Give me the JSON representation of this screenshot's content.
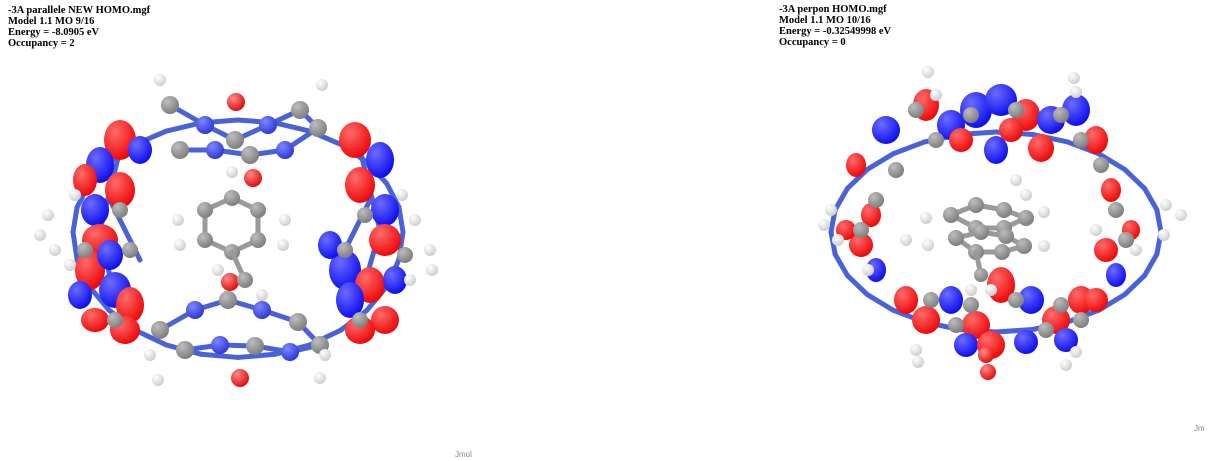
{
  "left_panel": {
    "title": "-3A parallele NEW HOMO.mgf",
    "model_line": "Model 1.1  MO 9/16",
    "energy_line": "Energy = -8.0905 eV",
    "occupancy_line": "Occupancy = 2",
    "watermark": "Jmol"
  },
  "right_panel": {
    "title": "-3A perpon HOMO.mgf",
    "model_line": "Model 1.1  MO 10/16",
    "energy_line": "Energy = -0.32549998 eV",
    "occupancy_line": "Occupancy = 0",
    "watermark": "Jm"
  },
  "colors": {
    "carbon": "#7f7f7f",
    "nitrogen": "#2f3bd6",
    "oxygen": "#e01010",
    "hydrogen": "#f4f4f4",
    "orbital_positive": "#1010f0",
    "orbital_negative": "#ee0a0a",
    "bond": "#4a62d8"
  }
}
